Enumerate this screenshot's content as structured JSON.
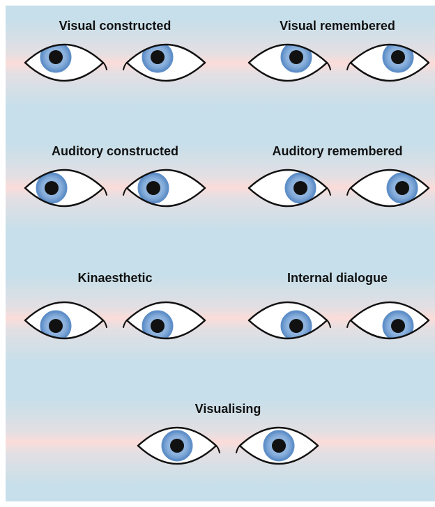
{
  "groups": [
    {
      "label": "Visual constructed",
      "gaze": "up-left"
    },
    {
      "label": "Visual remembered",
      "gaze": "up-right"
    },
    {
      "label": "Auditory constructed",
      "gaze": "left"
    },
    {
      "label": "Auditory remembered",
      "gaze": "right"
    },
    {
      "label": "Kinaesthetic",
      "gaze": "down-left"
    },
    {
      "label": "Internal dialogue",
      "gaze": "down-right"
    },
    {
      "label": "Visualising",
      "gaze": "center"
    }
  ],
  "colors": {
    "panel": "#c6dfea",
    "band_center": "#fbdcd9",
    "eye_outline": "#111111",
    "sclera": "#ffffff",
    "iris_outer": "#5f8fc8",
    "iris_inner": "#9fc0e4",
    "pupil": "#111111"
  }
}
